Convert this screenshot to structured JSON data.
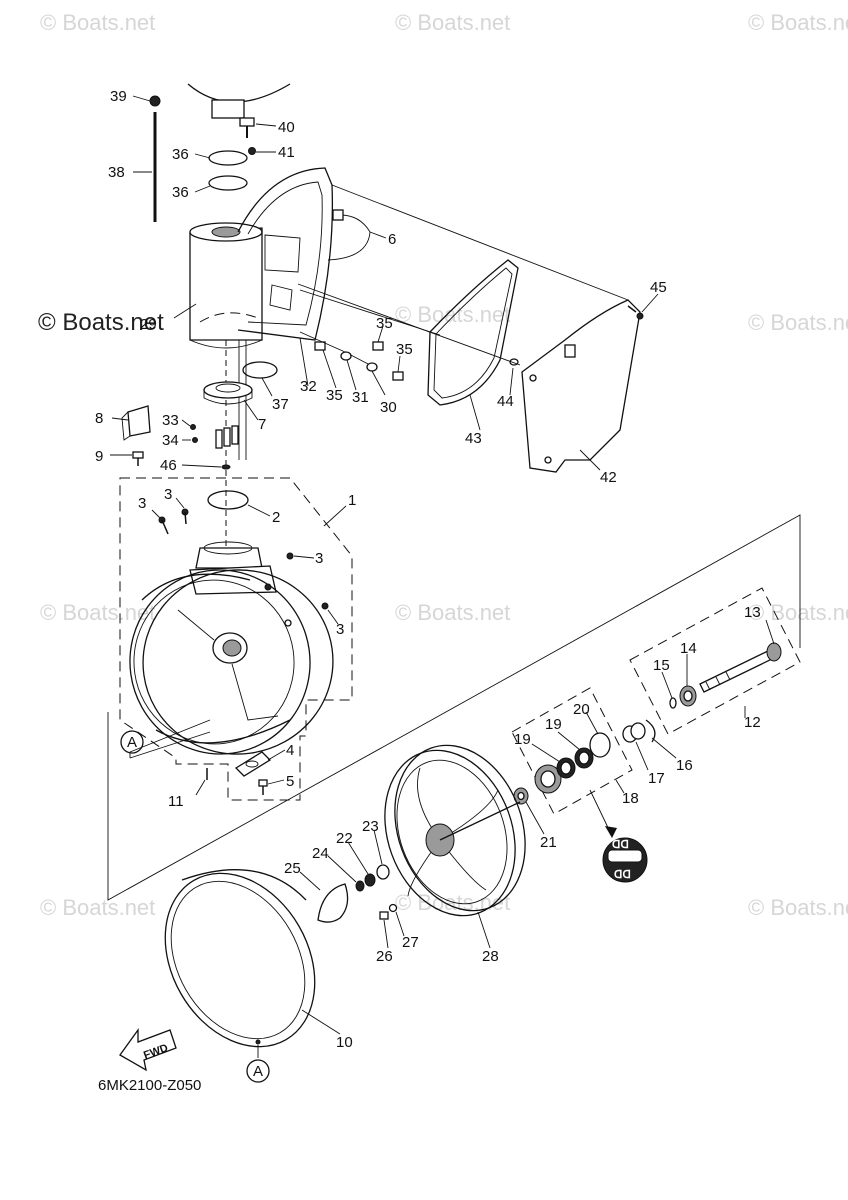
{
  "watermarks": {
    "row1_left": "© Boats.net",
    "row1_mid": "© Boats.net",
    "row1_right": "© Boats.net",
    "row2_left": "© Boats.net",
    "row2_mid": "© Boats.net",
    "row2_right": "© Boats.net",
    "row3_left": "© Boats.net",
    "row3_mid": "© Boats.net",
    "row3_right": "© Boats.net",
    "row4_left": "© Boats.net",
    "row4_mid": "© Boats.net",
    "row4_right": "© Boats.net",
    "prominent": "© Boats.net"
  },
  "drawing_code": "6MK2100-Z050",
  "fwd_label": "FWD",
  "ref_marker": "A",
  "labels": {
    "p1": "1",
    "p2": "2",
    "p3a": "3",
    "p3b": "3",
    "p3c": "3",
    "p3d": "3",
    "p4": "4",
    "p5": "5",
    "p6": "6",
    "p7": "7",
    "p8": "8",
    "p9": "9",
    "p10": "10",
    "p11": "11",
    "p12": "12",
    "p13": "13",
    "p14": "14",
    "p15": "15",
    "p16": "16",
    "p17": "17",
    "p18": "18",
    "p19a": "19",
    "p19b": "19",
    "p20": "20",
    "p21": "21",
    "p22": "22",
    "p23": "23",
    "p24": "24",
    "p25": "25",
    "p26": "26",
    "p27": "27",
    "p28": "28",
    "p29": "29",
    "p30": "30",
    "p31": "31",
    "p32": "32",
    "p33": "33",
    "p34": "34",
    "p35a": "35",
    "p35b": "35",
    "p35c": "35",
    "p36a": "36",
    "p36b": "36",
    "p37": "37",
    "p38": "38",
    "p39": "39",
    "p40": "40",
    "p41": "41",
    "p42": "42",
    "p43": "43",
    "p44": "44",
    "p45": "45",
    "p46": "46"
  }
}
